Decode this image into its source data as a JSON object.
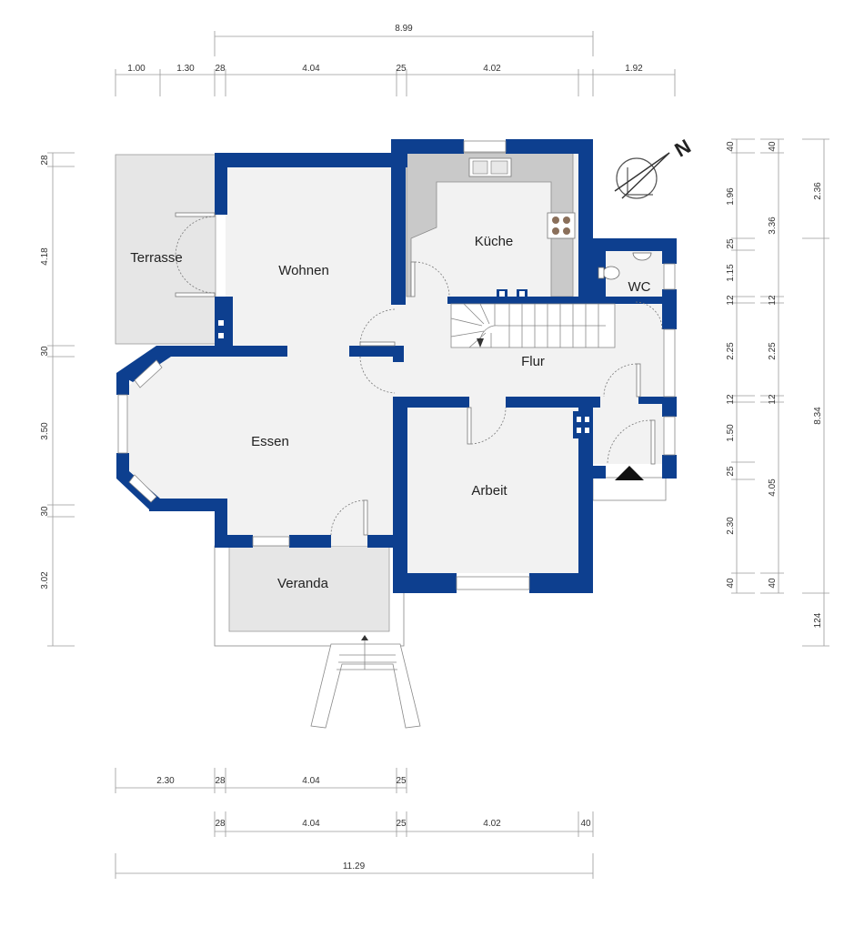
{
  "rooms": {
    "wohnen": "Wohnen",
    "kueche": "Küche",
    "terrasse": "Terrasse",
    "wc": "WC",
    "flur": "Flur",
    "essen": "Essen",
    "arbeit": "Arbeit",
    "veranda": "Veranda"
  },
  "dimensions": {
    "top_total": "8.99",
    "top_row": [
      "1.00",
      "1.30",
      "28",
      "4.04",
      "25",
      "4.02",
      "1.92"
    ],
    "left_col": [
      "28",
      "4.18",
      "30",
      "3.50",
      "30",
      "3.02"
    ],
    "right_col1": [
      "40",
      "1.96",
      "25",
      "1.15",
      "12",
      "2.25",
      "12",
      "1.50",
      "25",
      "2.30",
      "40"
    ],
    "right_col2": [
      "40",
      "3.36",
      "12",
      "2.25",
      "12",
      "4.05",
      "40"
    ],
    "right_col3": [
      "2.36",
      "8.34",
      "124"
    ],
    "bottom_row1": [
      "2.30",
      "28",
      "4.04",
      "25"
    ],
    "bottom_row2": [
      "28",
      "4.04",
      "25",
      "4.02",
      "40"
    ],
    "bottom_total": "11.29"
  },
  "compass": {
    "north_label": "N",
    "icon": "compass-icon"
  },
  "colors": {
    "wall": "#0d3f8f",
    "floor": "#f2f2f2",
    "outdoor": "#e6e6e6"
  }
}
